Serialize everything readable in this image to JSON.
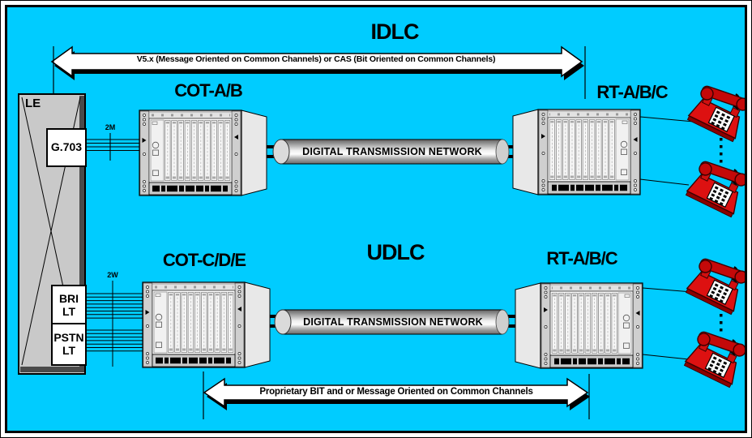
{
  "colors": {
    "background": "#00CCFF",
    "phone_red": "#DD1111",
    "shelf_gray": "#D8D8D8",
    "exchange_gray": "#C9C9C9",
    "accent_black": "#000000"
  },
  "titles": {
    "idlc": "IDLC",
    "udlc": "UDLC"
  },
  "arrows": {
    "idlc": "V5.x (Message Oriented on Common Channels) or CAS (Bit Oriented on Common Channels)",
    "udlc": "Proprietary BIT and or Message Oriented on Common Channels"
  },
  "exchange": {
    "label": "LE",
    "g703": "G.703",
    "bri": "BRI\nLT",
    "pstn": "PSTN\nLT"
  },
  "interfaces": {
    "idlc": "2M",
    "udlc": "2W"
  },
  "shelves": {
    "cot_idlc": "COT-A/B",
    "rt_idlc": "RT-A/B/C",
    "cot_udlc": "COT-C/D/E",
    "rt_udlc": "RT-A/B/C"
  },
  "network": {
    "idlc": "DIGITAL TRANSMISSION NETWORK",
    "udlc": "DIGITAL TRANSMISSION NETWORK"
  }
}
